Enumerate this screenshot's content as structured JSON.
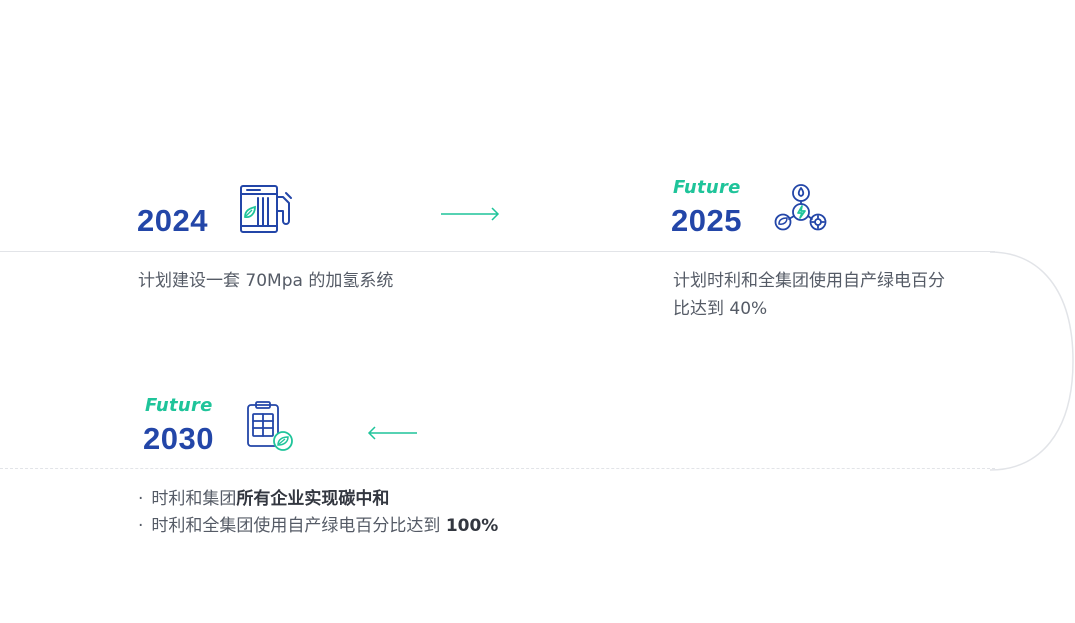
{
  "timeline": {
    "y2024": {
      "year": "2024",
      "icon": "hydrogen-fuel-pump-icon",
      "desc": "计划建设一套 70Mpa 的加氢系统"
    },
    "y2025": {
      "tag": "Future",
      "year": "2025",
      "icon": "energy-cycle-icon",
      "desc_line1": "计划时利和全集团使用自产绿电百分",
      "desc_line2": "比达到 40%"
    },
    "y2030": {
      "tag": "Future",
      "year": "2030",
      "icon": "carbon-neutral-clipboard-icon",
      "bullet1_prefix": "时利和集团",
      "bullet1_bold": "所有企业实现碳中和",
      "bullet2_prefix": "时利和全集团使用自产绿电百分比达到 ",
      "bullet2_bold": "100%",
      "bullet_symbol": "·"
    }
  },
  "colors": {
    "year": "#2346a8",
    "accent": "#1fc49a",
    "line": "#e2e4e8",
    "text": "#555b66",
    "icon_blue": "#2346a8",
    "icon_green": "#1fc49a"
  }
}
